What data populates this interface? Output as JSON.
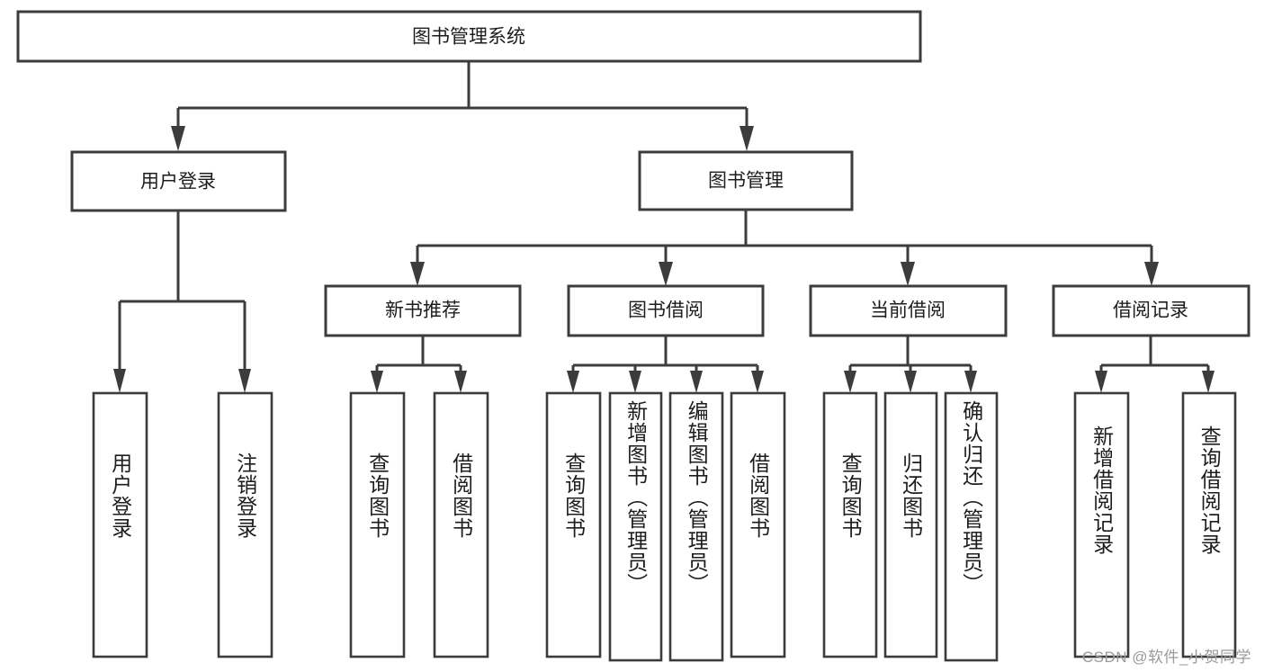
{
  "diagram": {
    "type": "tree",
    "title_node": {
      "label": "图书管理系统"
    },
    "level1": [
      {
        "id": "user-login",
        "label": "用户登录"
      },
      {
        "id": "book-management",
        "label": "图书管理"
      }
    ],
    "level2": [
      {
        "id": "new-book-recommend",
        "label": "新书推荐",
        "parent": "book-management"
      },
      {
        "id": "book-borrow",
        "label": "图书借阅",
        "parent": "book-management"
      },
      {
        "id": "current-borrow",
        "label": "当前借阅",
        "parent": "book-management"
      },
      {
        "id": "borrow-record",
        "label": "借阅记录",
        "parent": "book-management"
      }
    ],
    "leaves": {
      "user-login": [
        {
          "id": "leaf-user-login",
          "label": "用户登录"
        },
        {
          "id": "leaf-logout-login",
          "label": "注销登录"
        }
      ],
      "new-book-recommend": [
        {
          "id": "leaf-query-book-1",
          "label": "查询图书"
        },
        {
          "id": "leaf-borrow-book-1",
          "label": "借阅图书"
        }
      ],
      "book-borrow": [
        {
          "id": "leaf-query-book-2",
          "label": "查询图书"
        },
        {
          "id": "leaf-add-book",
          "label": "新增图书（管理员）"
        },
        {
          "id": "leaf-edit-book",
          "label": "编辑图书（管理员）"
        },
        {
          "id": "leaf-borrow-book-2",
          "label": "借阅图书"
        }
      ],
      "current-borrow": [
        {
          "id": "leaf-query-book-3",
          "label": "查询图书"
        },
        {
          "id": "leaf-return-book",
          "label": "归还图书"
        },
        {
          "id": "leaf-confirm-return",
          "label": "确认归还（管理员）"
        }
      ],
      "borrow-record": [
        {
          "id": "leaf-add-record",
          "label": "新增借阅记录"
        },
        {
          "id": "leaf-query-record",
          "label": "查询借阅记录"
        }
      ]
    }
  },
  "watermark": {
    "text": "CSDN @软件_小贺同学"
  },
  "colors": {
    "stroke": "#3c3c3c",
    "fill": "#ffffff",
    "text": "#1d1d1d",
    "watermark": "#9a9a9a"
  }
}
